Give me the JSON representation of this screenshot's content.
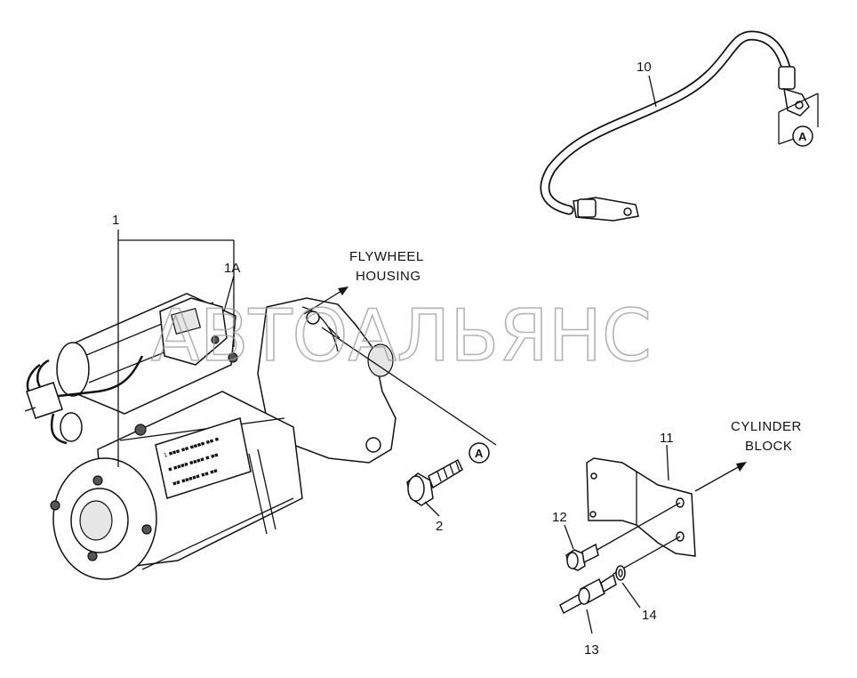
{
  "callouts": {
    "c1": "1",
    "c1a": "1A",
    "c2": "2",
    "c10": "10",
    "c11": "11",
    "c12": "12",
    "c13": "13",
    "c14": "14",
    "ref_a_start": "A",
    "ref_a_cable": "A"
  },
  "directions": {
    "flywheel_line1": "FLYWHEEL",
    "flywheel_line2": "HOUSING",
    "cylinder_line1": "CYLINDER",
    "cylinder_line2": "BLOCK"
  },
  "watermark": "АВТОАЛЬЯНС",
  "starter_plate": {
    "line1": "1 ■■■  ■■  ■■■■ ■■ ■",
    "line2": "■ ■■■■ ■■■■ ■ ■■",
    "line3": "■■ ■■■■■ ■■ ■■"
  }
}
